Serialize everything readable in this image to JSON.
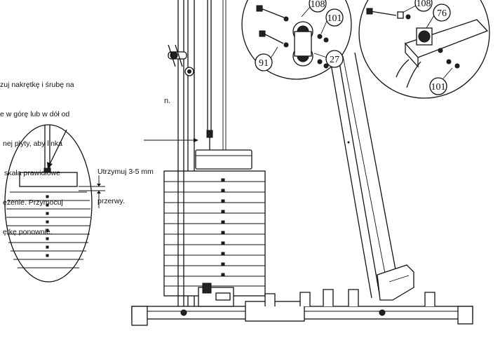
{
  "instruction_text": "Dopasuj nakrętkę i śrubę na linie w górę lub w dół od górnej płyty, aby linka wykazywała prawidłowe naprężenie. Przymocuj nakrętkę ponownie.",
  "instruction_lines": [
    "zuj nakrętkę i śrubę na",
    "e w górę lub w dół od",
    "nej płyty, aby linka",
    "skała prawidłowe",
    "ężenie. Przymocuj",
    "ętkę ponownie."
  ],
  "gap_note_lines": [
    "Utrzymuj 3-5 mm",
    "przerwy."
  ],
  "fragment_label": "n.",
  "callouts_left_detail": [
    "108",
    "101",
    "91",
    "27"
  ],
  "callouts_right_detail": [
    "108",
    "76",
    "101"
  ]
}
